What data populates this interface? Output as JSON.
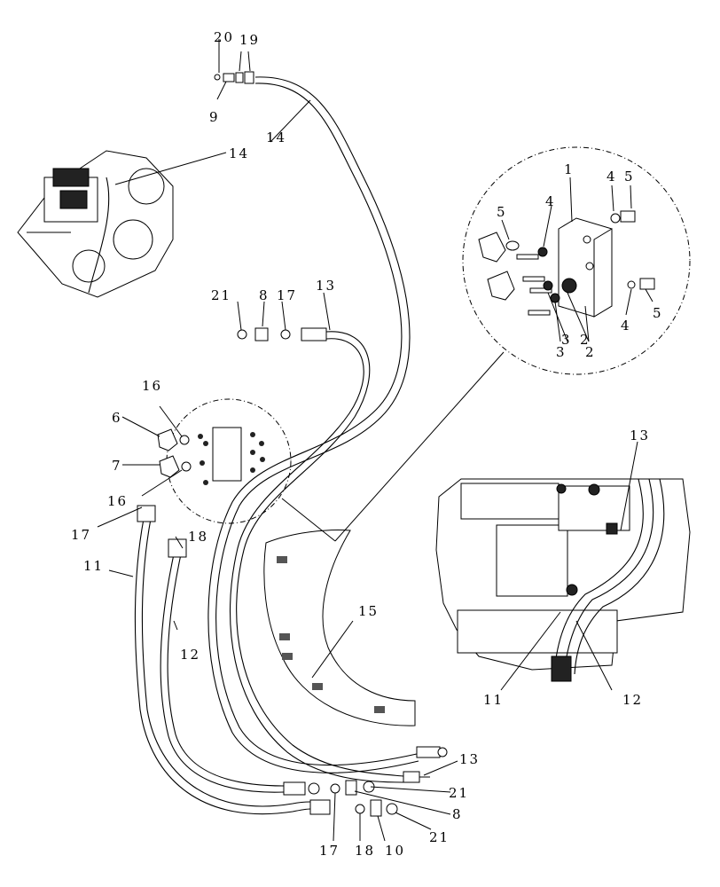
{
  "callouts": {
    "c20": "20",
    "c19": "19",
    "c9": "9",
    "c14a": "14",
    "c14b": "14",
    "c1": "1",
    "c4a": "4",
    "c5a": "5",
    "c5b": "5",
    "c4b": "4",
    "c4c": "4",
    "c5c": "5",
    "c3a": "3",
    "c3b": "3",
    "c2a": "2",
    "c2b": "2",
    "c21a": "21",
    "c8a": "8",
    "c17a": "17",
    "c13a": "13",
    "c16a": "16",
    "c6": "6",
    "c7": "7",
    "c16b": "16",
    "c17b": "17",
    "c18a": "18",
    "c11a": "11",
    "c12a": "12",
    "c15": "15",
    "c13b": "13",
    "c11b": "11",
    "c12b": "12",
    "c13c": "13",
    "c21b": "21",
    "c8b": "8",
    "c21c": "21",
    "c10": "10",
    "c18b": "18",
    "c17c": "17"
  },
  "colors": {
    "ink": "#000000",
    "paper": "#ffffff"
  }
}
